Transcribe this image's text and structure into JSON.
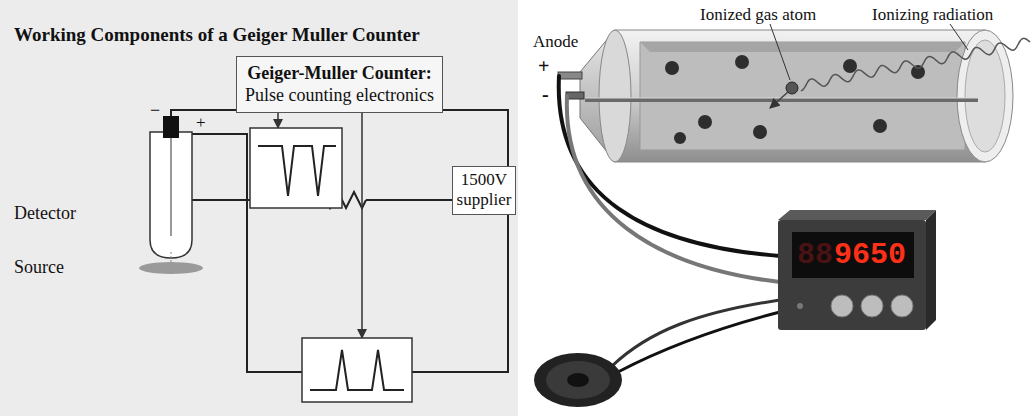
{
  "diagram": {
    "title": "Working Components of a Geiger Muller Counter",
    "nodes": [
      {
        "text": [
          "Geiger-Muller Counter:",
          "Pulse counting electronics"
        ]
      },
      {
        "text": [
          "1500V supplier"
        ]
      }
    ],
    "labels": [
      "−",
      "+",
      "Detector",
      "Source",
      "Ionized gas atom",
      "Ionizing radiation",
      "Anode",
      "+",
      "-",
      "88",
      "9650"
    ]
  }
}
